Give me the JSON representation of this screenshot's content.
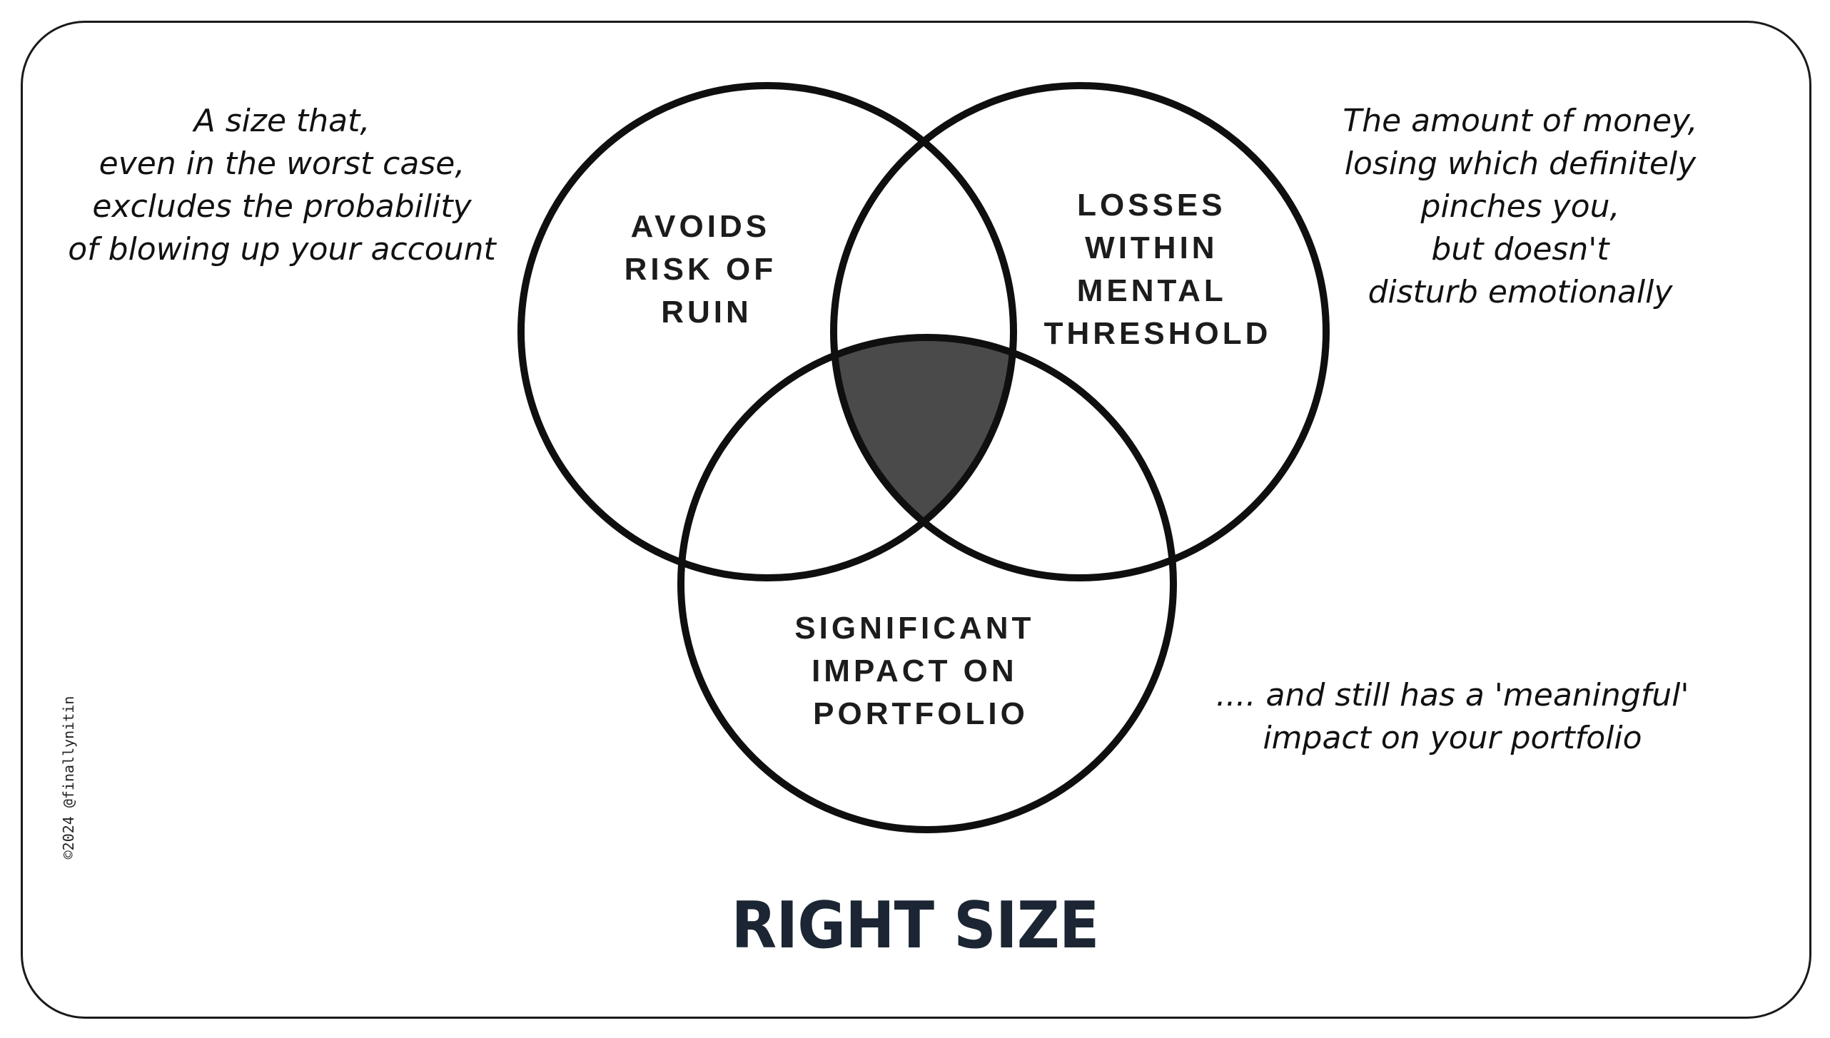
{
  "circles": {
    "top_left": {
      "label_lines": [
        "AVOIDS",
        "RISK OF",
        "RUIN"
      ]
    },
    "top_right": {
      "label_lines": [
        "LOSSES",
        "WITHIN",
        "MENTAL",
        "THRESHOLD"
      ]
    },
    "bottom": {
      "label_lines": [
        "SIGNIFICANT",
        "IMPACT ON",
        "PORTFOLIO"
      ]
    }
  },
  "annotations": {
    "left": [
      "A size that,",
      "even in the worst case,",
      "excludes the probability",
      "of blowing up your account"
    ],
    "right": [
      "The amount of money,",
      "losing which definitely",
      "pinches you,",
      "but doesn't",
      "disturb emotionally"
    ],
    "bottom": [
      ".... and still has a 'meaningful'",
      "impact on your portfolio"
    ]
  },
  "title": "RIGHT SIZE",
  "copyright": "©2024 @finallynitin",
  "colors": {
    "outline": "#0f0f0f",
    "intersection_fill": "#4a4a4a",
    "title": "#1b2533"
  }
}
